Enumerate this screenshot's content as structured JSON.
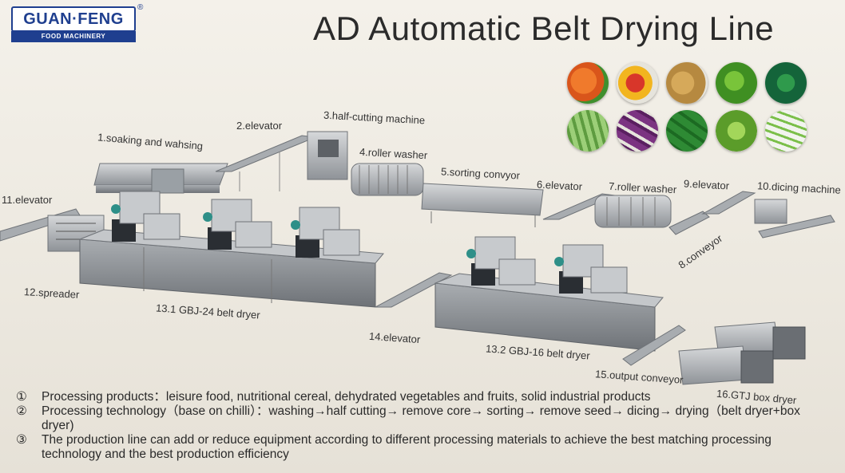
{
  "logo": {
    "brand": "GUAN·FENG",
    "sub": "FOOD MACHINERY",
    "reg": "®"
  },
  "title": "AD Automatic Belt Drying Line",
  "vegetables": [
    {
      "name": "carrots-icon",
      "color": "#e0621e",
      "accent": "#2f8a2c"
    },
    {
      "name": "peppers-icon",
      "color": "#d5362a",
      "accent": "#f0b020"
    },
    {
      "name": "potatoes-icon",
      "color": "#c99a4c",
      "accent": "#a47735"
    },
    {
      "name": "green-peppers-icon",
      "color": "#5aa82c",
      "accent": "#2f7d18"
    },
    {
      "name": "spinach-icon",
      "color": "#1e7c3c",
      "accent": "#0f5a28"
    },
    {
      "name": "celery-icon",
      "color": "#8cc06a",
      "accent": "#4e8f34"
    },
    {
      "name": "eggplant-icon",
      "color": "#6a2c6e",
      "accent": "#9b4fa0"
    },
    {
      "name": "cucumber-icon",
      "color": "#2f8a34",
      "accent": "#1f6a22"
    },
    {
      "name": "zucchini-icon",
      "color": "#7fbf3a",
      "accent": "#4c8a22"
    },
    {
      "name": "scallion-icon",
      "color": "#e8efe0",
      "accent": "#5aa83a"
    }
  ],
  "labels": {
    "l1": "1.soaking and wahsing",
    "l2": "2.elevator",
    "l3": "3.half-cutting machine",
    "l4": "4.roller washer",
    "l5": "5.sorting convyor",
    "l6": "6.elevator",
    "l7": "7.roller washer",
    "l8": "8.conveyor",
    "l9": "9.elevator",
    "l10": "10.dicing machine",
    "l11": "11.elevator",
    "l12": "12.spreader",
    "l131": "13.1 GBJ-24 belt dryer",
    "l14": "14.elevator",
    "l132": "13.2 GBJ-16 belt dryer",
    "l15": "15.output conveyor",
    "l16": "16.GTJ box dryer"
  },
  "notes": [
    {
      "num": "①",
      "text": "Processing products：leisure food, nutritional cereal, dehydrated vegetables and fruits, solid industrial products"
    },
    {
      "num": "②",
      "text": "Processing technology（base on chilli）：washing→half cutting→ remove core→ sorting→ remove seed→ dicing→ drying（belt dryer+box dryer)"
    },
    {
      "num": "③",
      "text": "The production line can add or reduce equipment according to different processing materials to achieve the best matching processing technology and the best production efficiency"
    }
  ],
  "colors": {
    "steel": "#b9bcbf",
    "steel_dark": "#6f7378",
    "motor": "#2a2e33",
    "fan_teal": "#2e8f88"
  }
}
